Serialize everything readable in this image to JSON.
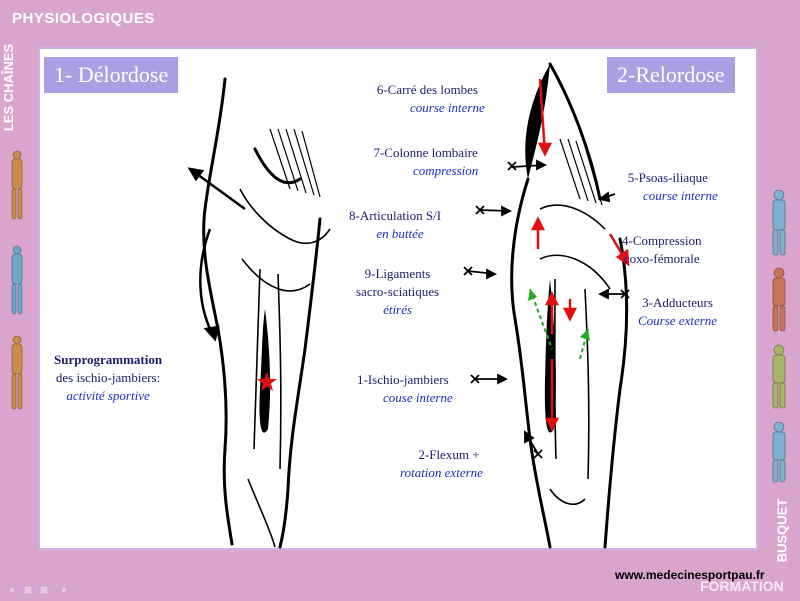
{
  "header": {
    "title": "PHYSIOLOGIQUES"
  },
  "side": {
    "left_vertical": "LES CHAÎNES",
    "right_vertical": "BUSQUET",
    "formation": "FORMATION"
  },
  "panel": {
    "left_title": "1- Délordose",
    "right_title": "2-Relordose",
    "left_labels": {
      "surprog": "Surprogrammation",
      "des_ischio": "des ischio-jambiers:",
      "activite": "activité sportive"
    },
    "labels": [
      {
        "main": "6-Carré des lombes",
        "sub": "course interne"
      },
      {
        "main": "7-Colonne lombaire",
        "sub": "compression"
      },
      {
        "main": "8-Articulation S/I",
        "sub": "en buttée"
      },
      {
        "main": "9-Ligaments",
        "main2": "sacro-sciatiques",
        "sub": "étirés"
      },
      {
        "main": "1-Ischio-jambiers",
        "sub": "couse interne"
      },
      {
        "main": "2-Flexum +",
        "sub": "rotation externe"
      },
      {
        "main": "5-Psoas-iliaque",
        "sub": "course interne"
      },
      {
        "main": "4-Compression",
        "main2": "coxo-fémorale"
      },
      {
        "main": "3-Adducteurs",
        "sub": "Course externe"
      }
    ]
  },
  "footer": {
    "website": "www.medecinesportpau.fr"
  },
  "colors": {
    "background": "#d9a5cd",
    "title_box": "#ab9ee3",
    "label_dark": "#1c1c6e",
    "label_italic": "#1a2fc4",
    "arrow_red": "#e01010",
    "arrow_green": "#22aa22"
  }
}
